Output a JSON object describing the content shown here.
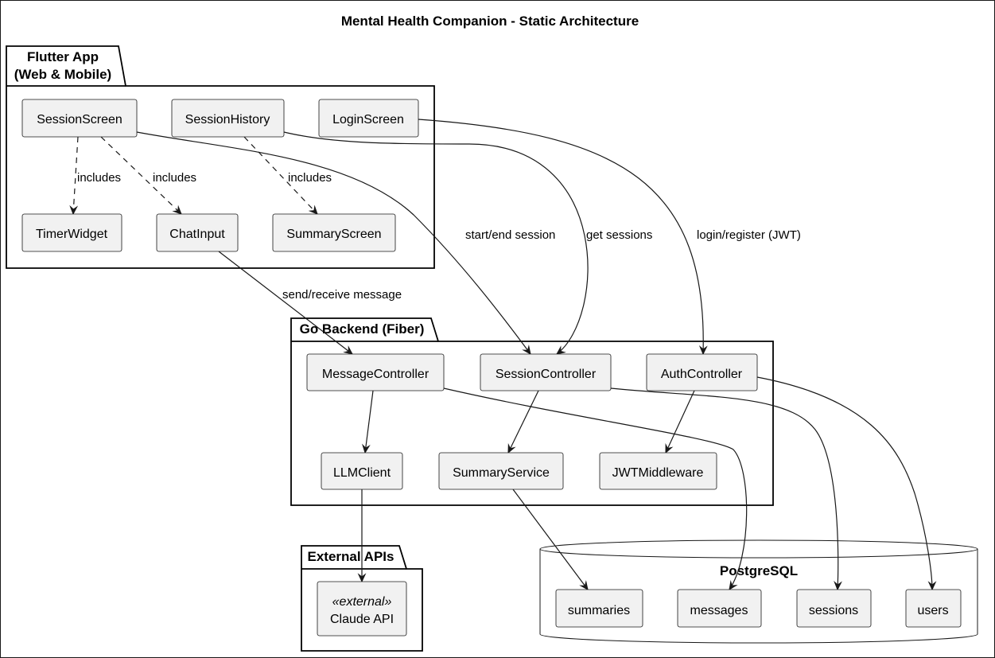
{
  "title": "Mental Health Companion - Static Architecture",
  "packages": {
    "flutter_line1": "Flutter App",
    "flutter_line2": "(Web & Mobile)",
    "go_backend": "Go Backend (Fiber)",
    "external_apis": "External APIs",
    "postgres": "PostgreSQL"
  },
  "nodes": {
    "session_screen": "SessionScreen",
    "session_history": "SessionHistory",
    "login_screen": "LoginScreen",
    "timer_widget": "TimerWidget",
    "chat_input": "ChatInput",
    "summary_screen": "SummaryScreen",
    "message_controller": "MessageController",
    "session_controller": "SessionController",
    "auth_controller": "AuthController",
    "llm_client": "LLMClient",
    "summary_service": "SummaryService",
    "jwt_middleware": "JWTMiddleware",
    "claude_api_stereotype": "«external»",
    "claude_api": "Claude API",
    "summaries": "summaries",
    "messages": "messages",
    "sessions": "sessions",
    "users": "users"
  },
  "edges": {
    "includes_1": "includes",
    "includes_2": "includes",
    "includes_3": "includes",
    "start_end_session": "start/end session",
    "get_sessions": "get sessions",
    "login_register": "login/register (JWT)",
    "send_receive_message": "send/receive message"
  }
}
